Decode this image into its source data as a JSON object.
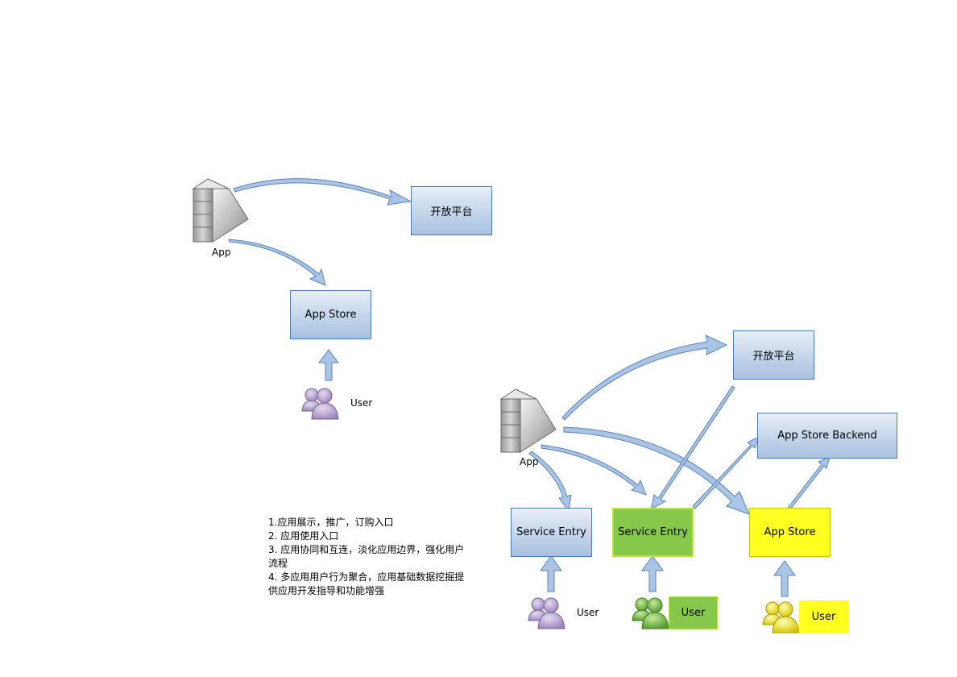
{
  "colors": {
    "arrow_fill": "#a9c4e4",
    "arrow_stroke": "#5b83b8",
    "box_blue": "#b8cce6",
    "box_green": "#86c84a",
    "box_yellow": "#ffff22",
    "user_purple": "#b9a5d0",
    "user_green": "#7fc24a",
    "user_yellow": "#f4e31a"
  },
  "left_diagram": {
    "app_label": "App",
    "open_platform": "开放平台",
    "app_store": "App Store",
    "user_label": "User"
  },
  "right_diagram": {
    "app_label": "App",
    "open_platform": "开放平台",
    "app_store_backend": "App Store Backend",
    "service_entry_1": "Service  Entry",
    "service_entry_2": "Service  Entry",
    "app_store": "App Store",
    "user_1": "User",
    "user_2": "User",
    "user_3": "User"
  },
  "notes": [
    "1.应用展示，推广，订购入口",
    "2. 应用使用入口",
    "3. 应用协同和互连，淡化应用边界，强化用户",
    "流程",
    "4. 多应用用户行为聚合，应用基础数据挖掘提",
    "供应用开发指导和功能增强"
  ]
}
